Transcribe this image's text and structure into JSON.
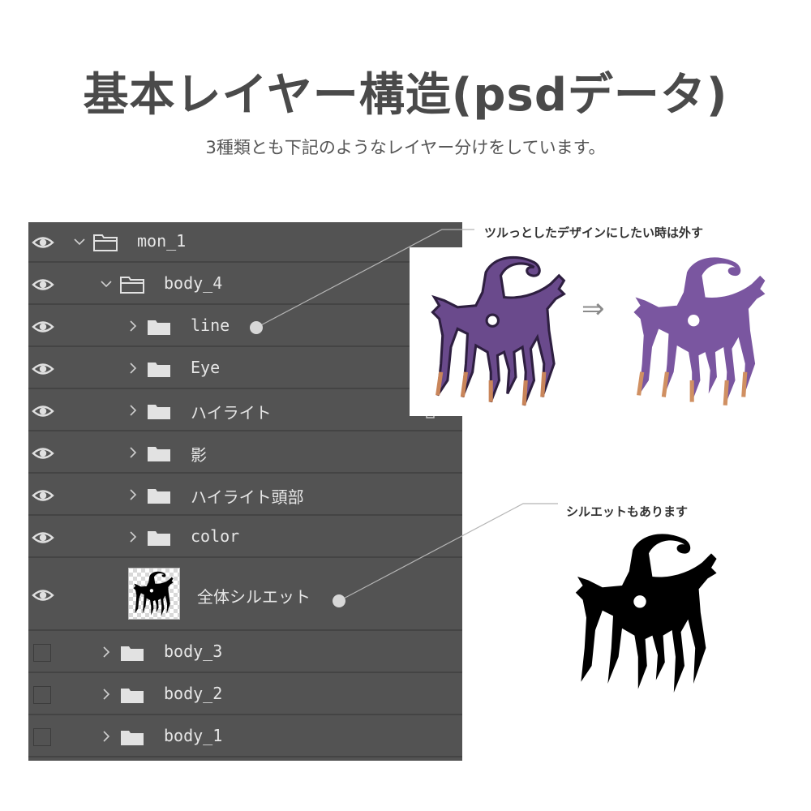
{
  "title": "基本レイヤー構造(psdデータ)",
  "subtitle": "3種類とも下記のようなレイヤー分けをしています。",
  "layers": {
    "mon_1": "mon_1",
    "body_4": "body_4",
    "line": "line",
    "eye": "Eye",
    "highlight": "ハイライト",
    "shadow": "影",
    "highlight_head": "ハイライト頭部",
    "color": "color",
    "silhouette": "全体シルエット",
    "body_3": "body_3",
    "body_2": "body_2",
    "body_1": "body_1"
  },
  "annotations": {
    "line_note": "ツルっとしたデザインにしたい時は外す",
    "silhouette_note": "シルエットもあります",
    "arrow": "⇒"
  },
  "icons": {
    "eye": "eye-icon",
    "folder": "folder-icon",
    "chevron_down": "chevron-down-icon",
    "chevron_right": "chevron-right-icon",
    "checkbox": "visibility-checkbox"
  },
  "colors": {
    "panel_bg": "#535353",
    "row_separator": "#444444",
    "layer_text": "#e6e6e6",
    "creature_purple": "#6a4a8c",
    "creature_claw": "#c9855a",
    "silhouette": "#000000"
  }
}
